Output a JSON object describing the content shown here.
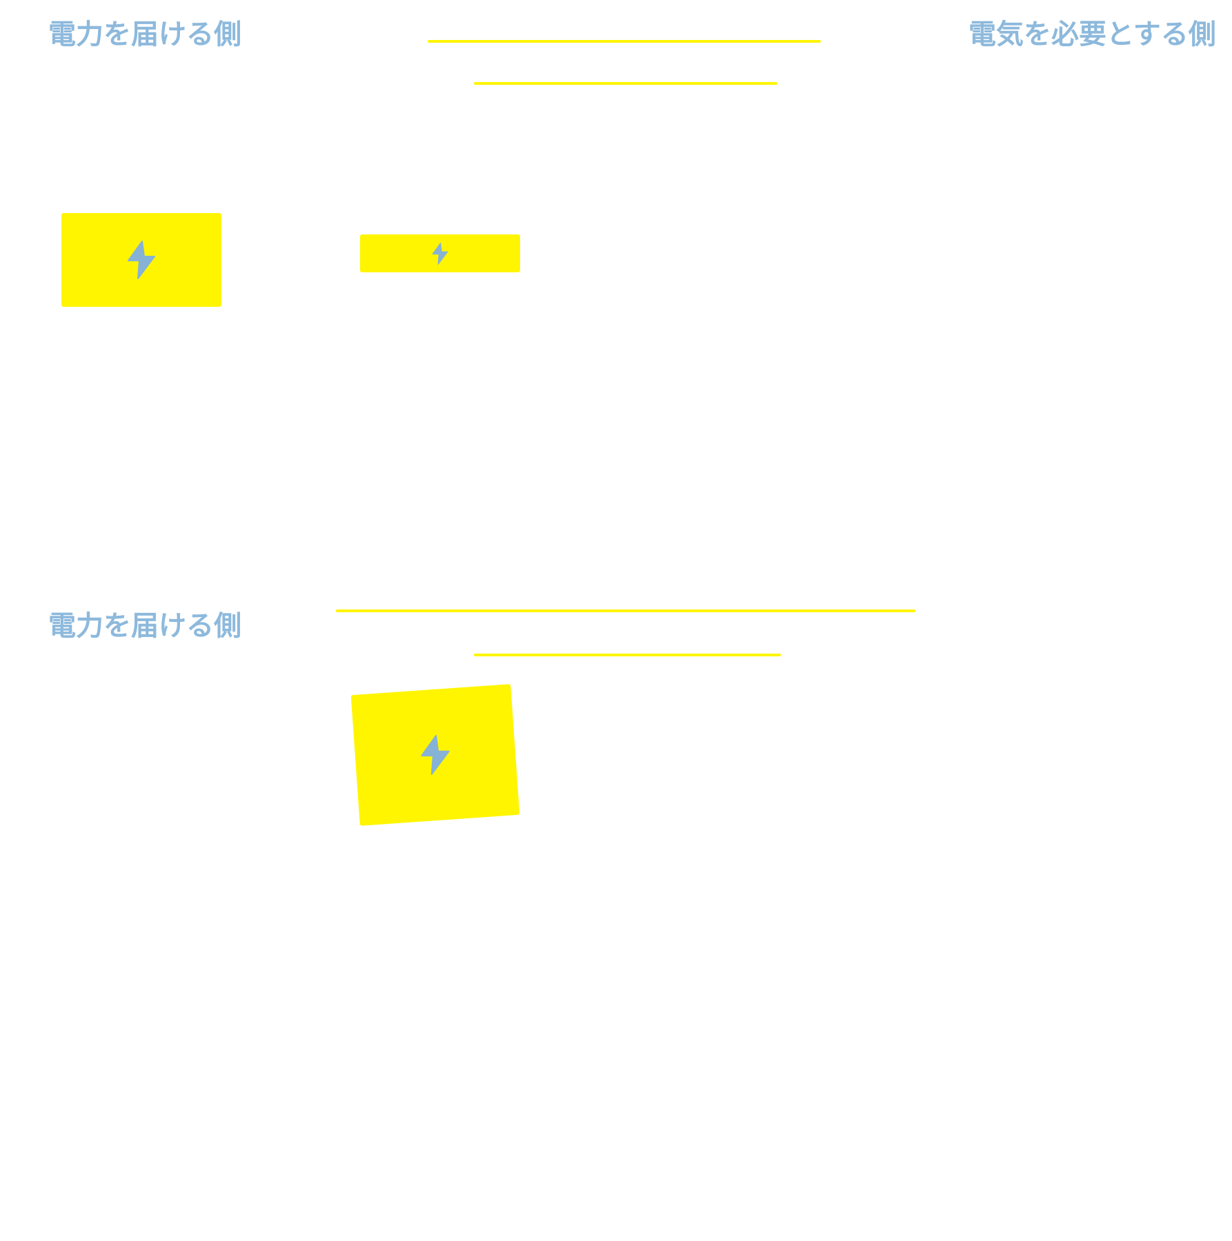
{
  "colors": {
    "label": "#8db9dc",
    "accent_yellow": "#fff500",
    "bolt": "#86b2d5",
    "background": "#ffffff"
  },
  "top_section": {
    "left_label": "電力を届ける側",
    "right_label": "電気を必要とする側",
    "cards": [
      {
        "icon": "lightning-bolt-icon"
      },
      {
        "icon": "lightning-bolt-icon"
      }
    ]
  },
  "bottom_section": {
    "left_label": "電力を届ける側",
    "cards": [
      {
        "icon": "lightning-bolt-icon"
      }
    ]
  }
}
